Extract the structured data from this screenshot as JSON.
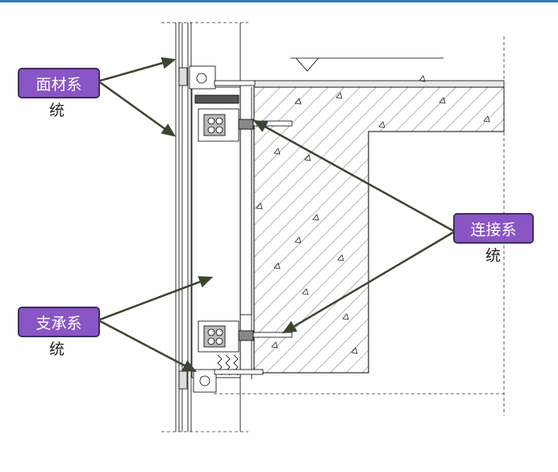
{
  "colors": {
    "top_bar": "#2f7bb6",
    "label_fill": "#8a55c4",
    "label_border": "#3f2d63",
    "arrow": "#3b4631",
    "line": "#000000"
  },
  "labels": {
    "panel_system": {
      "box_text": "面材系",
      "tail_text": "统"
    },
    "connection_system": {
      "box_text": "连接系",
      "tail_text": "统"
    },
    "support_system": {
      "box_text": "支承系",
      "tail_text": "统"
    }
  }
}
